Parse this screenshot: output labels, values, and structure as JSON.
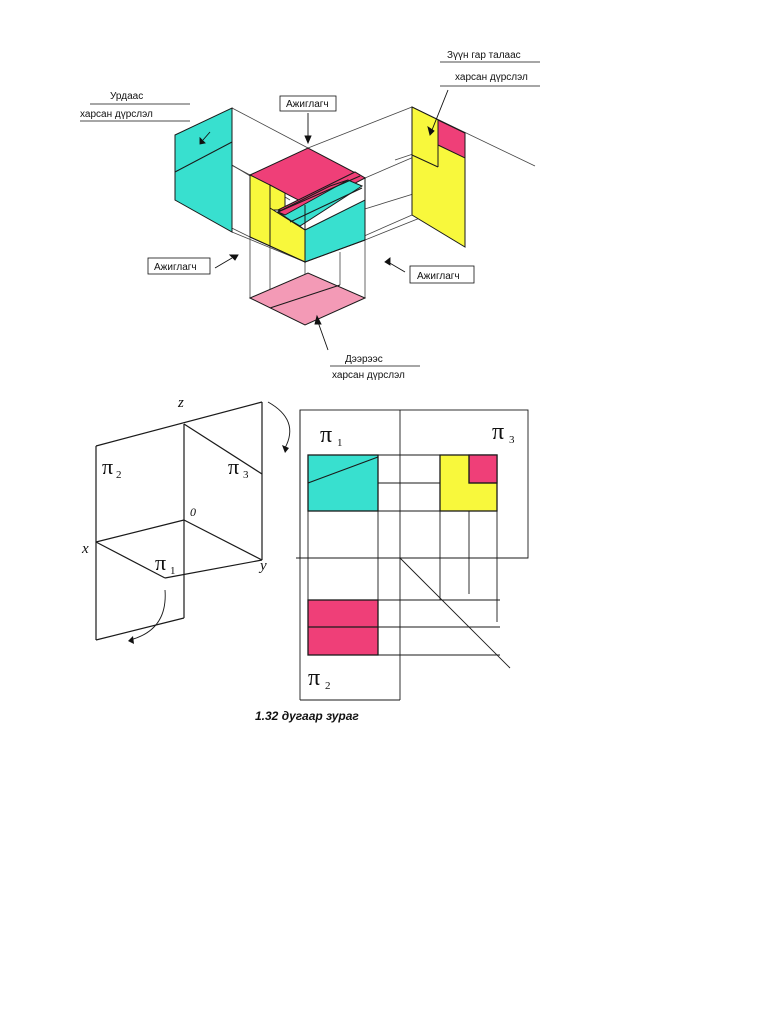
{
  "colors": {
    "cyan": "#38e0cf",
    "magenta": "#ef3f78",
    "yellow": "#f8f83c",
    "pink_light": "#f39ab6",
    "line": "#1a1a1a"
  },
  "top_figure": {
    "label_front_view": [
      "Урдаас",
      "харсан дүрслэл"
    ],
    "label_right_view": [
      "Зүүн гар талаас",
      "харсан дүрслэл"
    ],
    "label_observer_top": "Ажиглагч",
    "label_observer_left": "Ажиглагч",
    "label_observer_right": "Ажиглагч",
    "label_top_view": [
      "Дээрээс",
      "харсан дүрслэл"
    ]
  },
  "bottom_left": {
    "axis_z": "z",
    "axis_x": "x",
    "axis_y": "y",
    "origin": "0",
    "plane_2": "π",
    "plane_2_sub": "2",
    "plane_3": "π",
    "plane_3_sub": "3",
    "plane_1": "π",
    "plane_1_sub": "1"
  },
  "bottom_right": {
    "plane_1": "π",
    "plane_1_sub": "1",
    "plane_3": "π",
    "plane_3_sub": "3",
    "plane_2": "π",
    "plane_2_sub": "2"
  },
  "caption": "1.32 дугаар зураг"
}
